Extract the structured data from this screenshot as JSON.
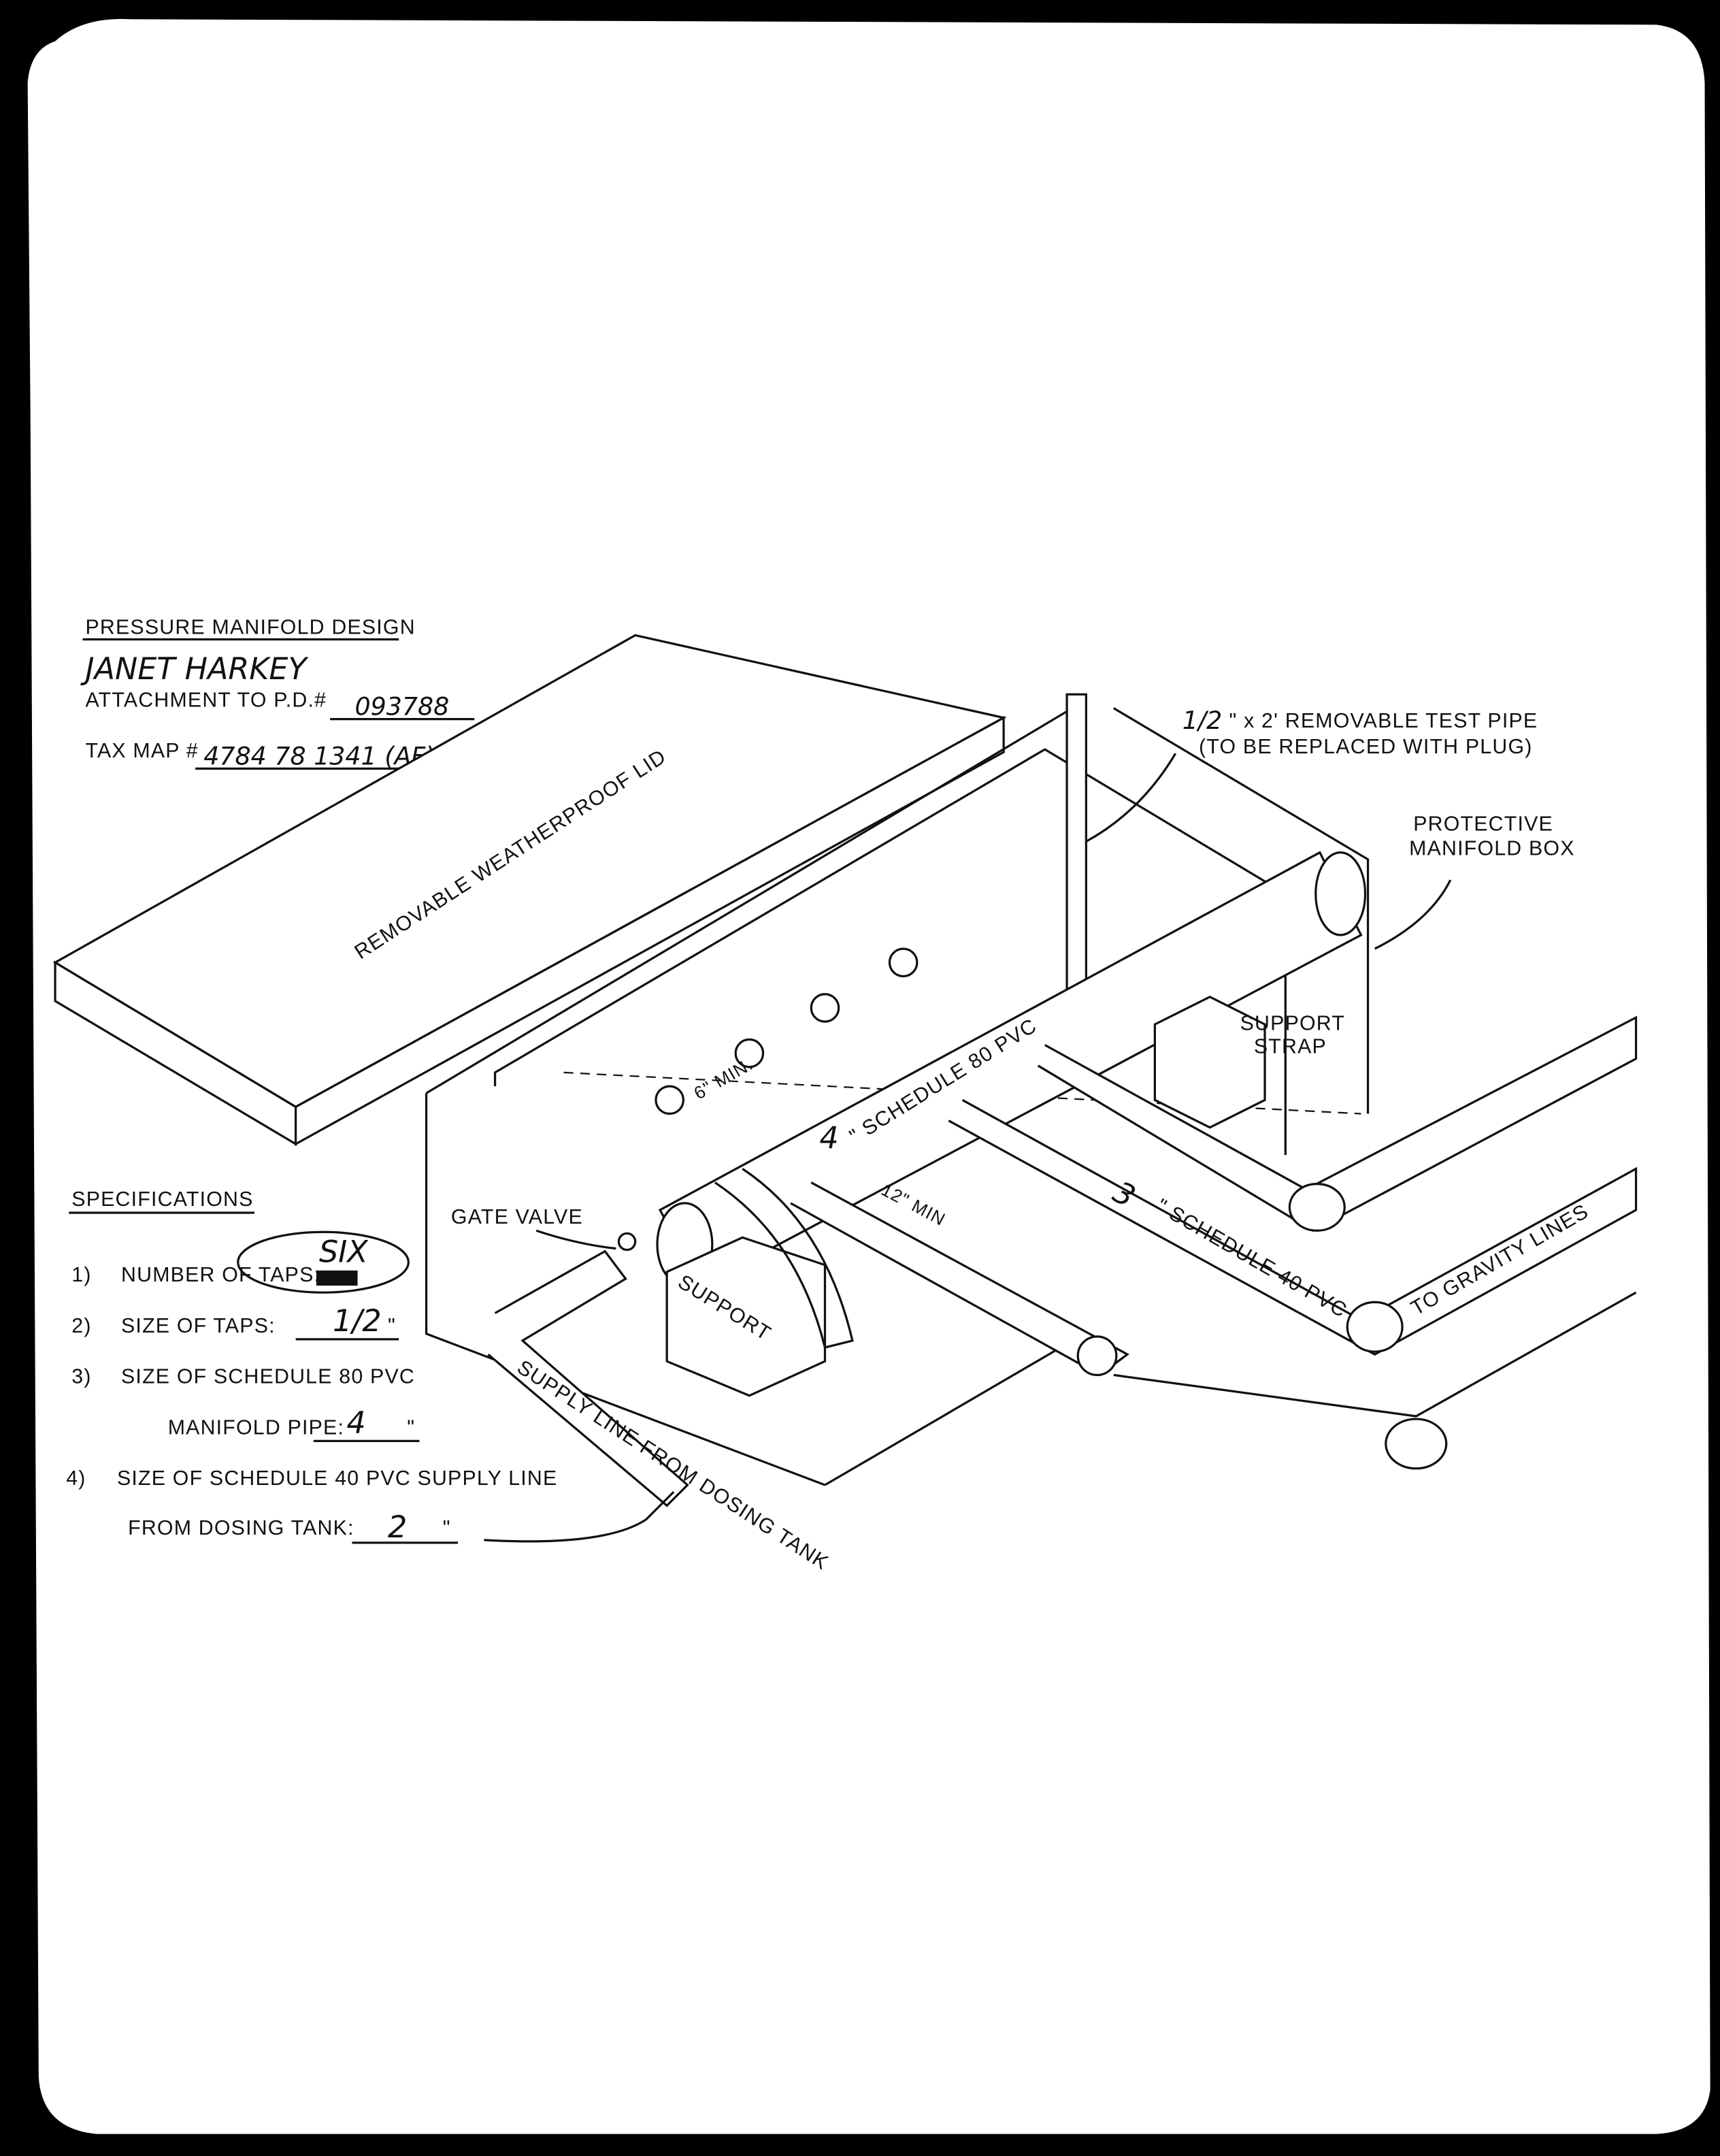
{
  "header": {
    "title": "PRESSURE MANIFOLD DESIGN",
    "owner_name": "JANET HARKEY",
    "attachment_label": "ATTACHMENT TO P.D.#",
    "attachment_value": "093788",
    "tax_map_label": "TAX MAP #",
    "tax_map_value": "4784 78 1341 (AF)"
  },
  "diagram_labels": {
    "lid": "REMOVABLE WEATHERPROOF LID",
    "test_pipe_size": "1/2",
    "test_pipe": "\" x 2' REMOVABLE TEST PIPE",
    "test_pipe_note": "(TO BE REPLACED WITH PLUG)",
    "box_line1": "PROTECTIVE",
    "box_line2": "MANIFOLD BOX",
    "strap_line1": "SUPPORT",
    "strap_line2": "STRAP",
    "manifold_size": "4",
    "manifold_pipe": "\" SCHEDULE 80 PVC",
    "tap_spacing": "6\" MIN.",
    "line_spacing": "12\" MIN",
    "gravity_size": "3",
    "gravity_pipe": "\" SCHEDULE 40 PVC",
    "gravity_lines": "TO GRAVITY LINES",
    "gate_valve": "GATE VALVE",
    "support": "SUPPORT",
    "supply_line": "SUPPLY LINE FROM DOSING TANK"
  },
  "specifications": {
    "heading": "SPECIFICATIONS",
    "items": [
      {
        "num": "1)",
        "label": "NUMBER OF TAPS:",
        "value": "SIX"
      },
      {
        "num": "2)",
        "label": "SIZE OF TAPS:",
        "value": "1/2",
        "unit": "\""
      },
      {
        "num": "3)",
        "label": "SIZE OF SCHEDULE 80 PVC",
        "label2": "MANIFOLD PIPE:",
        "value": "4",
        "unit": "\""
      },
      {
        "num": "4)",
        "label": "SIZE OF SCHEDULE 40 PVC SUPPLY LINE",
        "label2": "FROM DOSING TANK:",
        "value": "2",
        "unit": "\""
      }
    ]
  }
}
